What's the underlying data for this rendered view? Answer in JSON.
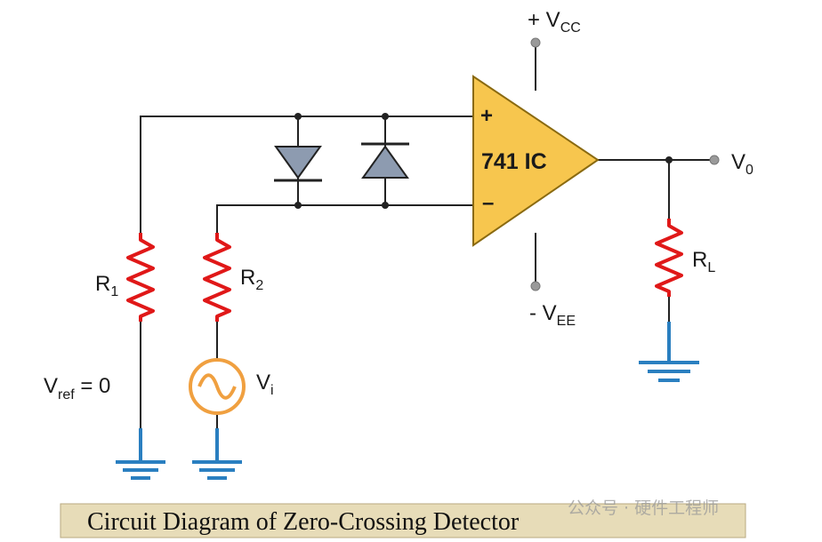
{
  "diagram": {
    "opamp_label": "741 IC",
    "plus_sign": "+",
    "minus_sign": "–",
    "vcc": {
      "prefix": "+ V",
      "sub": "CC"
    },
    "vee": {
      "prefix": "- V",
      "sub": "EE"
    },
    "vout": {
      "main": "V",
      "sub": "0"
    },
    "r1": {
      "main": "R",
      "sub": "1"
    },
    "r2": {
      "main": "R",
      "sub": "2"
    },
    "rl": {
      "main": "R",
      "sub": "L"
    },
    "vref": {
      "main": "V",
      "sub": "ref",
      "suffix": " = 0"
    },
    "vi": {
      "main": "V",
      "sub": "i"
    }
  },
  "caption": "Circuit Diagram of Zero-Crossing Detector",
  "watermark": "公众号 · 硬件工程师",
  "colors": {
    "opamp_fill": "#f7c64e",
    "opamp_stroke": "#8a6a10",
    "resistor": "#e01818",
    "ground": "#2a7fc0",
    "diode_fill": "#8d9bb0",
    "source": "#f0a040",
    "wire": "#222222",
    "caption_bg": "#e7dcb8"
  }
}
